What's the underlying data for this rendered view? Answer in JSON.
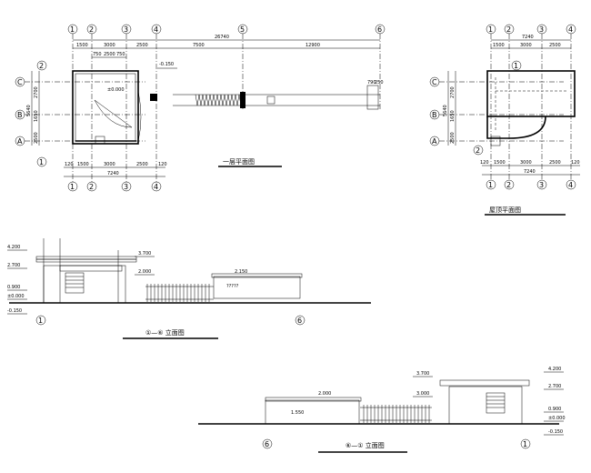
{
  "axes": {
    "a1": "1",
    "a2": "2",
    "a3": "3",
    "a4": "4",
    "a5": "5",
    "a6": "6",
    "rA": "A",
    "rB": "B",
    "rC": "C",
    "s1": "1",
    "s2": "2"
  },
  "plan1": {
    "overall": "26740",
    "dims_top": [
      "1500",
      "3000",
      "2500",
      "7500",
      "12900"
    ],
    "dims_top2": [
      "750",
      "2500",
      "750"
    ],
    "dims_bottom": [
      "120",
      "1500",
      "3000",
      "2500",
      "120"
    ],
    "total_bottom": "7240",
    "left_dims": [
      "2700",
      "1650",
      "2500"
    ],
    "left_total": "5640",
    "level_out": "-0.150",
    "level_in": "±0.000",
    "right_dims": [
      "790",
      "250"
    ],
    "title": "一层平面图"
  },
  "plan2": {
    "dims_top": [
      "1500",
      "3000",
      "2500"
    ],
    "total_top": "7240",
    "dims_bottom": [
      "120",
      "1500",
      "3000",
      "2500",
      "120"
    ],
    "total_bottom": "7240",
    "left_dims": [
      "2700",
      "1650",
      "2500"
    ],
    "left_total": "5640",
    "title": "屋顶平面图"
  },
  "elev1": {
    "levels": [
      "4.200",
      "3.700",
      "2.700",
      "2.000",
      "0.900",
      "±0.000",
      "-0.150"
    ],
    "mid_level": "2.150",
    "fence_note": "?????",
    "title": "①—⑥ 立面图"
  },
  "elev2": {
    "levels": [
      "3.700",
      "3.000",
      "2.000",
      "1.550",
      "4.200",
      "2.700",
      "0.900",
      "±0.000",
      "-0.150"
    ],
    "title": "⑥—① 立面图"
  }
}
